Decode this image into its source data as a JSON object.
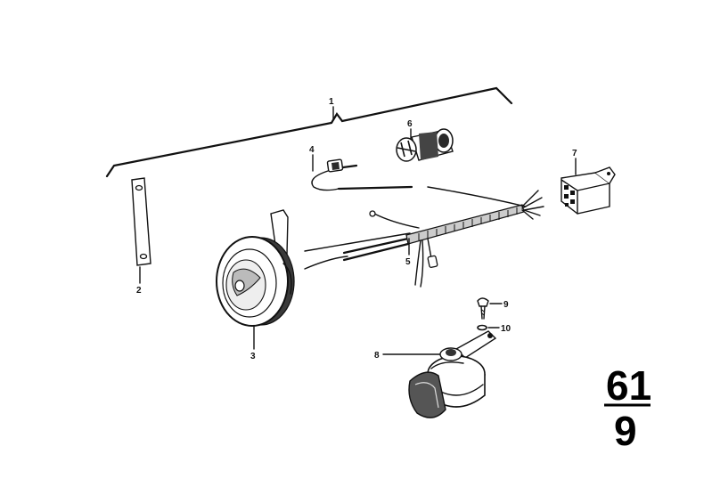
{
  "callouts": {
    "p1": "1",
    "p2": "2",
    "p3": "3",
    "p4": "4",
    "p5": "5",
    "p6": "6",
    "p7": "7",
    "p8": "8",
    "p9": "9",
    "p10": "10"
  },
  "group": {
    "main": "61",
    "sub": "9"
  }
}
